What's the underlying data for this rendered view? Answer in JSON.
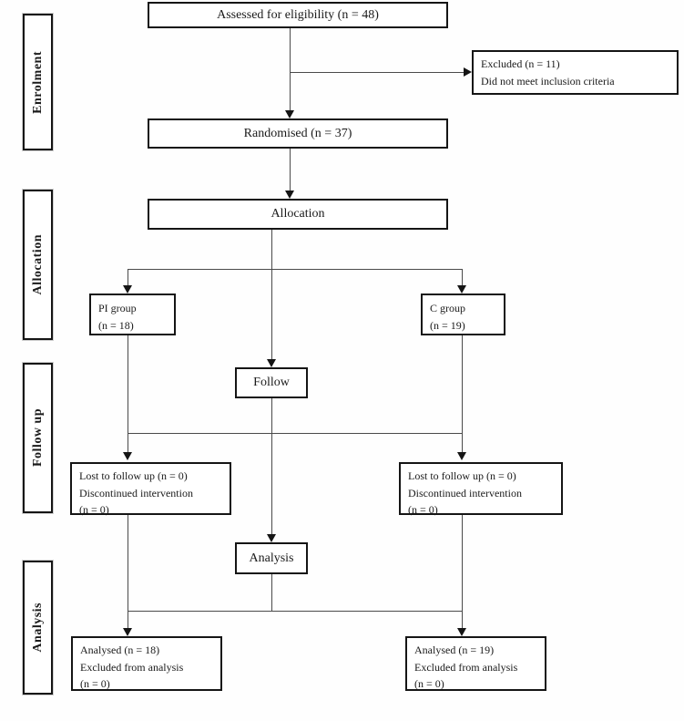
{
  "stages": [
    {
      "label": "Enrolment"
    },
    {
      "label": "Allocation"
    },
    {
      "label": "Follow up"
    },
    {
      "label": "Analysis"
    }
  ],
  "boxes": {
    "assessed": {
      "text": "Assessed for eligibility (n = 48)"
    },
    "excluded": {
      "line1": "Excluded  (n = 11)",
      "line2": "Did not meet inclusion criteria"
    },
    "randomised": {
      "text": "Randomised (n = 37)"
    },
    "allocation": {
      "text": "Allocation"
    },
    "pi_group": {
      "line1": "PI group",
      "line2": "(n = 18)"
    },
    "c_group": {
      "line1": "C group",
      "line2": "(n = 19)"
    },
    "follow": {
      "text": "Follow"
    },
    "lost_left": {
      "line1": "Lost to follow up (n = 0)",
      "line2": "Discontinued intervention",
      "line3": "(n = 0)"
    },
    "lost_right": {
      "line1": "Lost to follow up (n = 0)",
      "line2": "Discontinued intervention",
      "line3": "(n = 0)"
    },
    "analysis": {
      "text": "Analysis"
    },
    "analysed_left": {
      "line1": "Analysed (n = 18)",
      "line2": "Excluded from analysis",
      "line3": "(n = 0)"
    },
    "analysed_right": {
      "line1": "Analysed (n = 19)",
      "line2": "Excluded from analysis",
      "line3": "(n = 0)"
    }
  },
  "colors": {
    "background": "#fefefe",
    "box_border": "#151515",
    "connector": "#4a4a4a",
    "text": "#1a1a1a"
  }
}
